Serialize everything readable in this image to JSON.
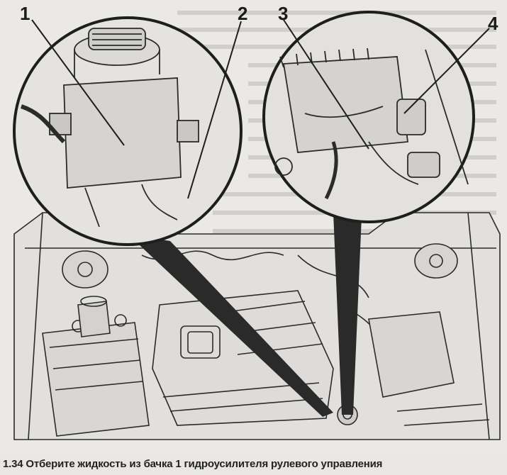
{
  "figure": {
    "callouts": [
      "1",
      "2",
      "3",
      "4"
    ]
  },
  "caption": {
    "text": "1.34 Отберите жидкость из бачка 1 гидроусилителя рулевого управления"
  }
}
